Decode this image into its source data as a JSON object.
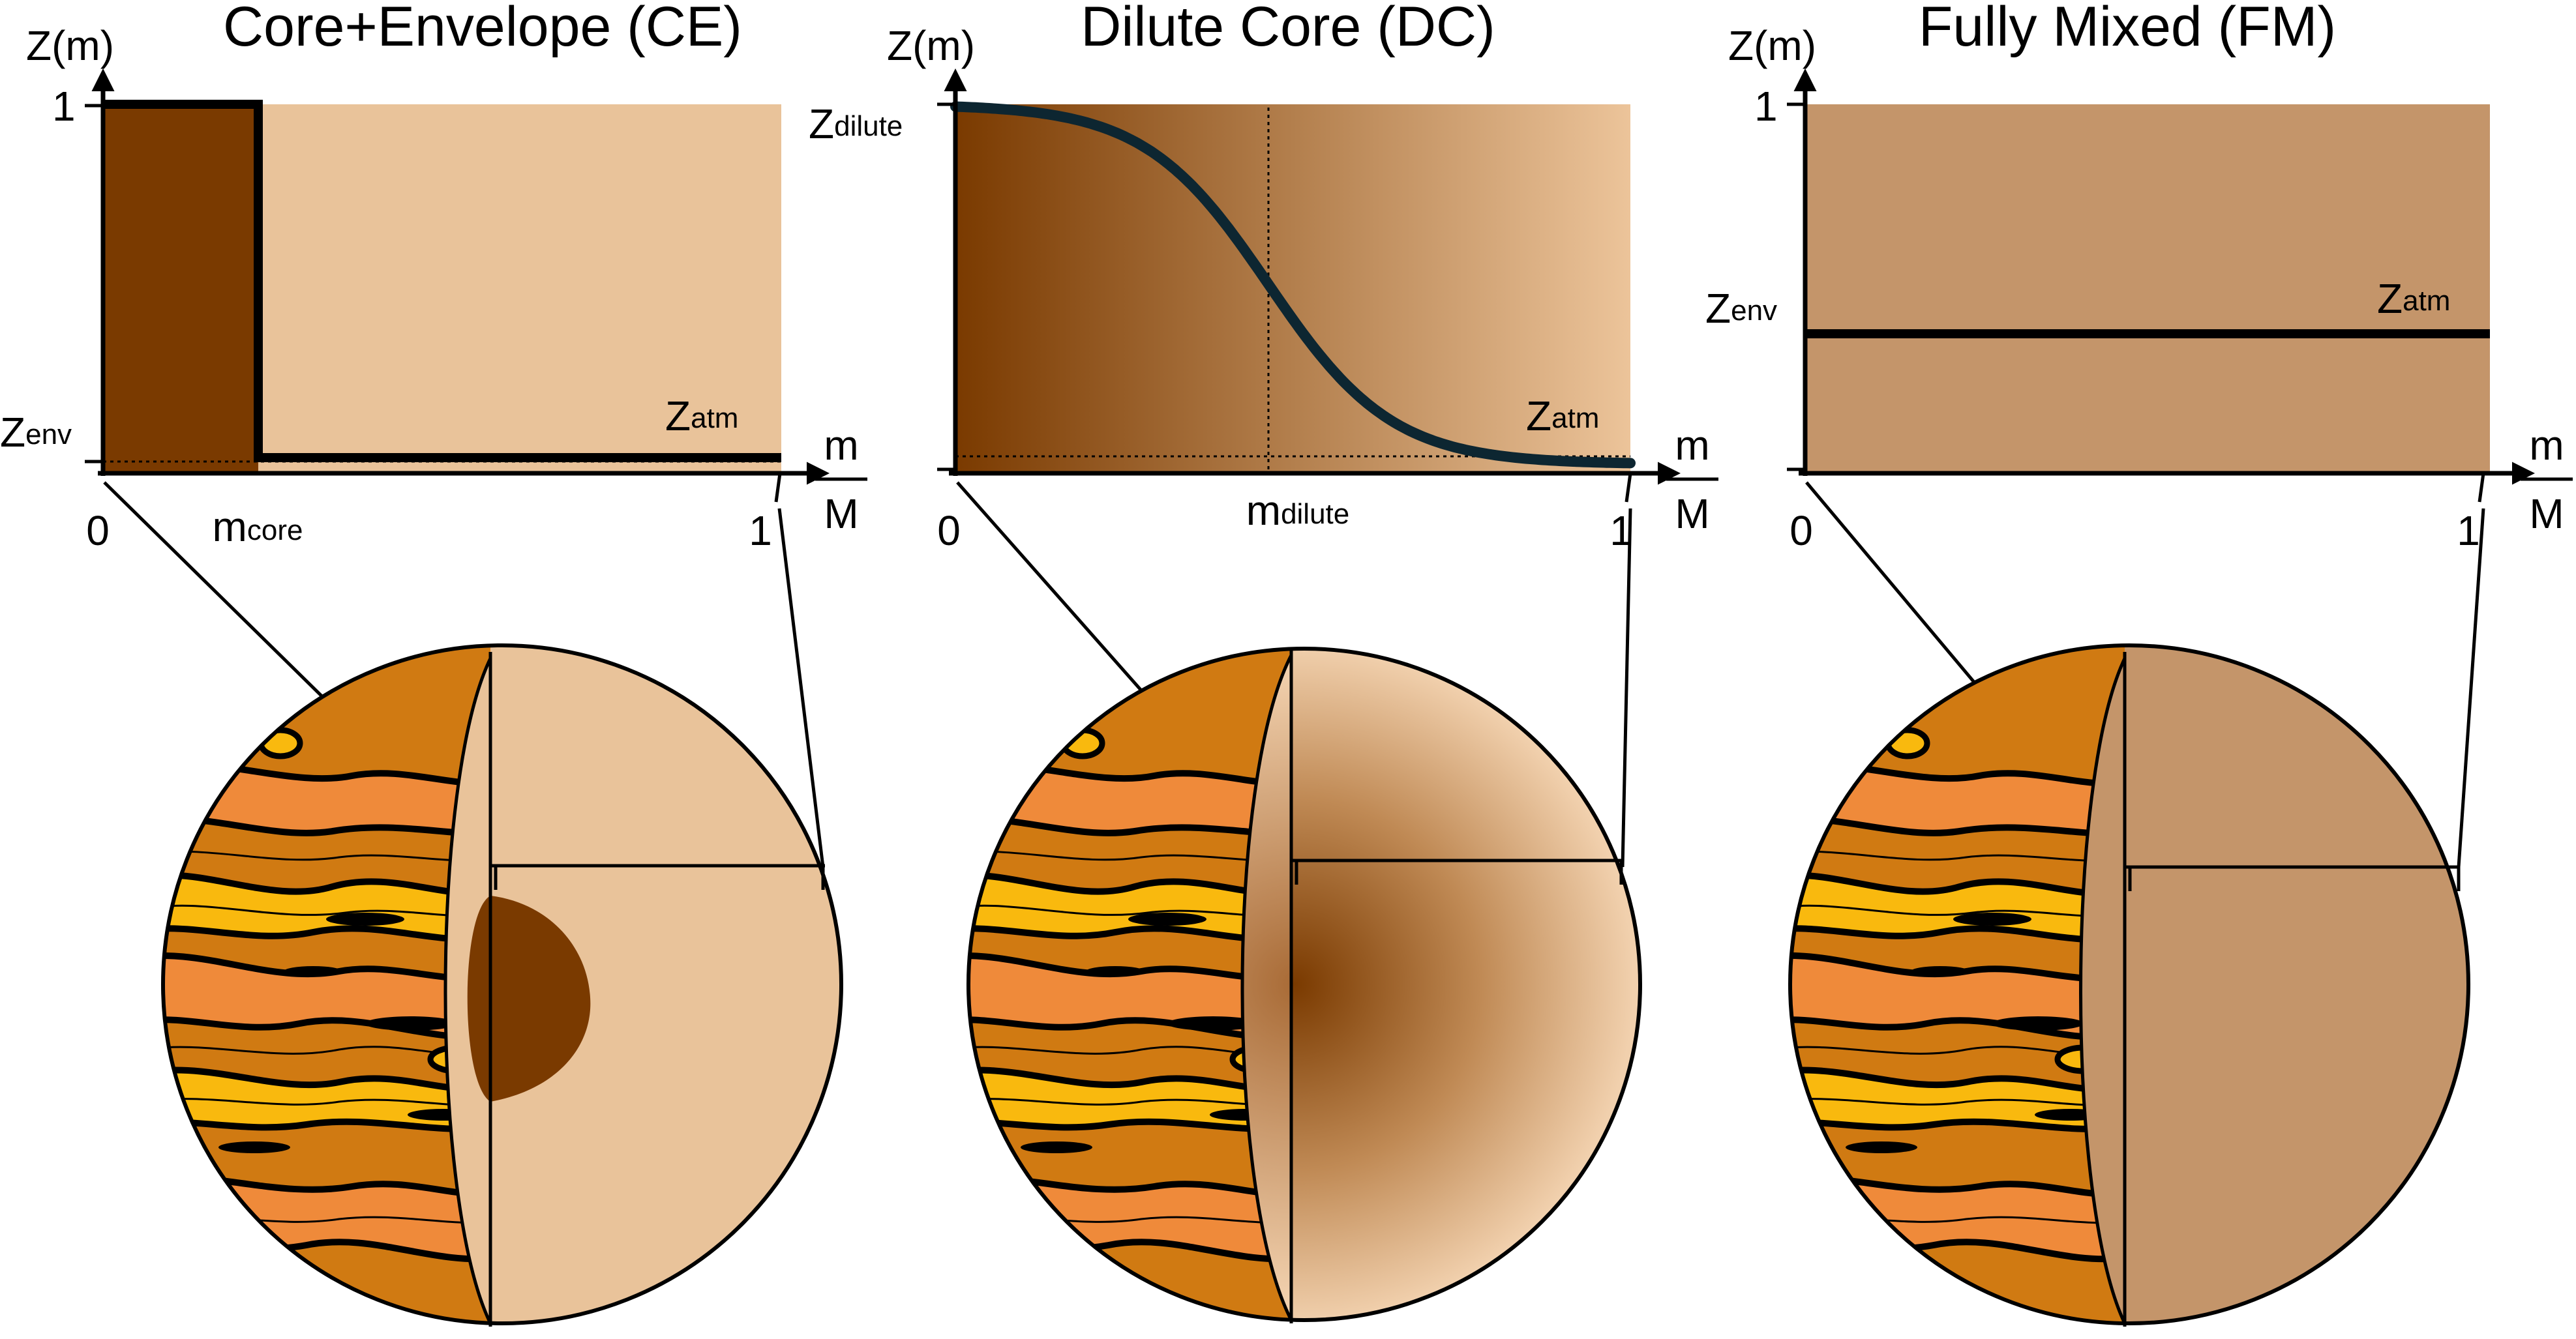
{
  "panels": [
    {
      "title": "Core+Envelope (CE)",
      "y_axis": "Z(m)",
      "y_tick_top": "1",
      "x_tick_left": "0",
      "x_tick_right": "1",
      "x_axis_num": "m",
      "x_axis_den": "M",
      "left_label_main": "Z",
      "left_label_sub": "env",
      "right_label_main": "Z",
      "right_label_sub": "atm",
      "x_mark_main": "m",
      "x_mark_sub": "core"
    },
    {
      "title": "Dilute Core (DC)",
      "y_axis": "Z(m)",
      "x_tick_left": "0",
      "x_tick_right": "1",
      "x_axis_num": "m",
      "x_axis_den": "M",
      "left_label_main": "Z",
      "left_label_sub": "dilute",
      "right_label_main": "Z",
      "right_label_sub": "atm",
      "x_mark_main": "m",
      "x_mark_sub": "dilute"
    },
    {
      "title": "Fully Mixed (FM)",
      "y_axis": "Z(m)",
      "y_tick_top": "1",
      "x_tick_left": "0",
      "x_tick_right": "1",
      "x_axis_num": "m",
      "x_axis_den": "M",
      "left_label_main": "Z",
      "left_label_sub": "env",
      "right_label_main": "Z",
      "right_label_sub": "atm"
    }
  ],
  "colors": {
    "core": "#7a3a00",
    "envelope": "#e9c39a",
    "mixed": "#c4956a",
    "curve": "#0d2631",
    "band_orange": "#ef8a3a",
    "band_brown": "#d07a12",
    "band_yellow": "#f9b90e"
  }
}
